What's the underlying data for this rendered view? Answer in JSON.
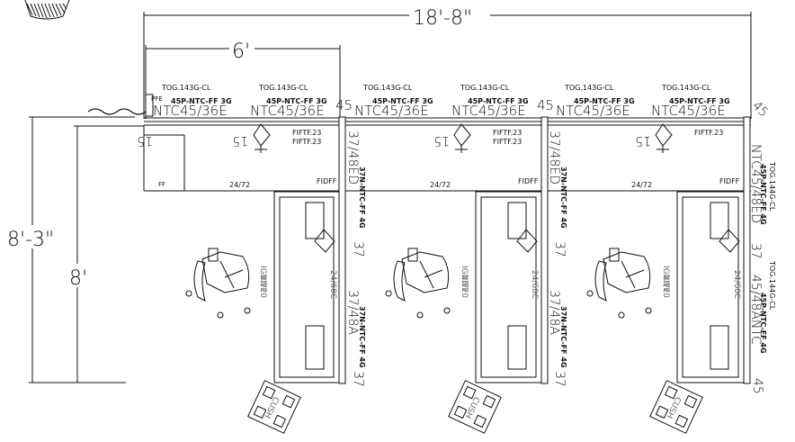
{
  "dimensions": {
    "overall_width": "18'-8\"",
    "segment_width": "6'",
    "overall_depth": "8'-3\"",
    "inner_depth": "8'"
  },
  "labels": {
    "tog_143": "TOG.143G-CL",
    "ntc_45p": "45P-NTC-FF 3G",
    "ntc45": "NTC45/36E",
    "num_45": "45",
    "num_15": "15",
    "fiftf": "FIFTF.23",
    "worksurface_24_72": "24/72",
    "fidff": "FIDFF",
    "ff": "FF",
    "panel_37_48": "37/48ED",
    "num_37": "37",
    "vertical_37n": "37N-NTC-FF 4G",
    "worksurface_24_68c": "24/68C",
    "panel_37_48a": "37/48A",
    "ignite": "IGNITE",
    "worksurface_23_70": "23/70",
    "cush": "CUSH",
    "tog_144": "TOG.144G-CL",
    "ntc45_48ed": "NTC45/48ED",
    "ntc_45p_right": "45P-NTC-FF 4G",
    "right_bottom": "45/48ANTC",
    "pfe": "PFE"
  }
}
